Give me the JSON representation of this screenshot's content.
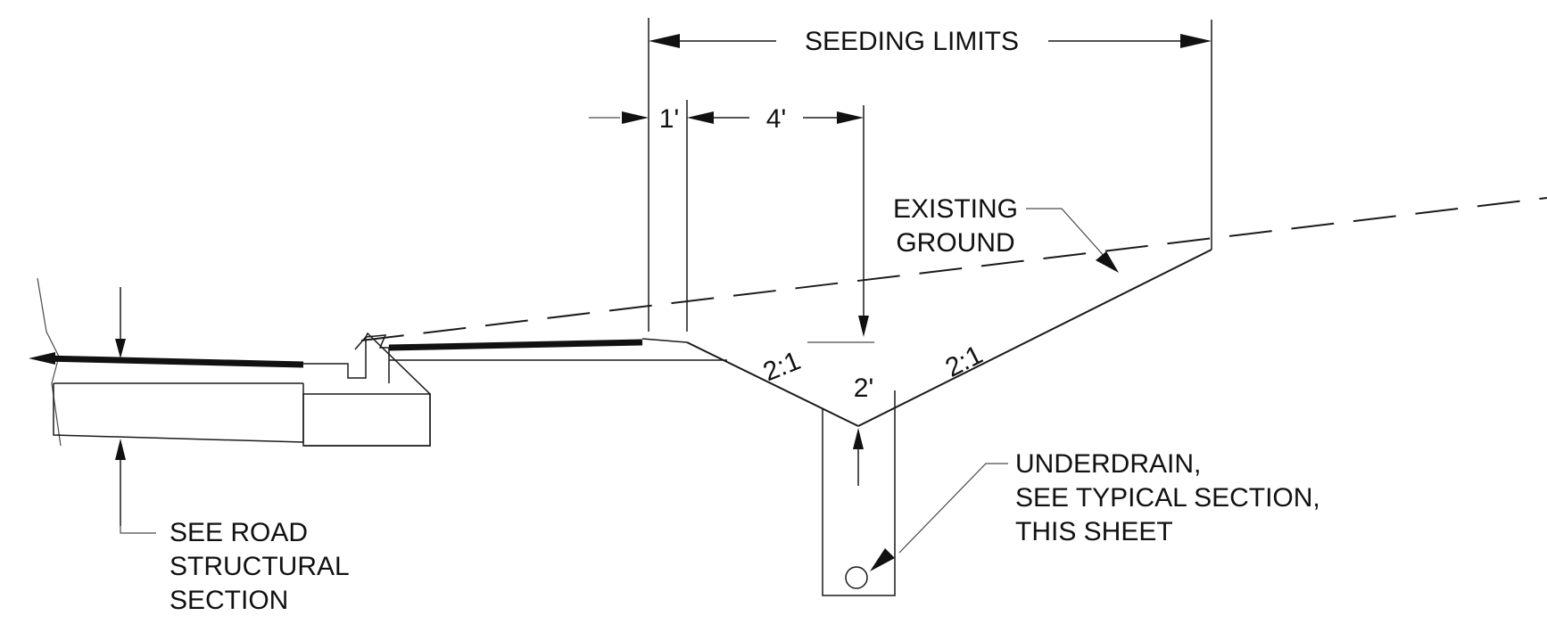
{
  "labels": {
    "seeding_limits": "SEEDING LIMITS",
    "dim_1ft": "1'",
    "dim_4ft": "4'",
    "existing_ground_line1": "EXISTING",
    "existing_ground_line2": "GROUND",
    "slope_left": "2:1",
    "depth_2ft": "2'",
    "slope_right": "2:1",
    "underdrain_line1": "UNDERDRAIN,",
    "underdrain_line2": "SEE TYPICAL SECTION,",
    "underdrain_line3": "THIS SHEET",
    "road_line1": "SEE ROAD",
    "road_line2": "STRUCTURAL",
    "road_line3": "SECTION"
  }
}
